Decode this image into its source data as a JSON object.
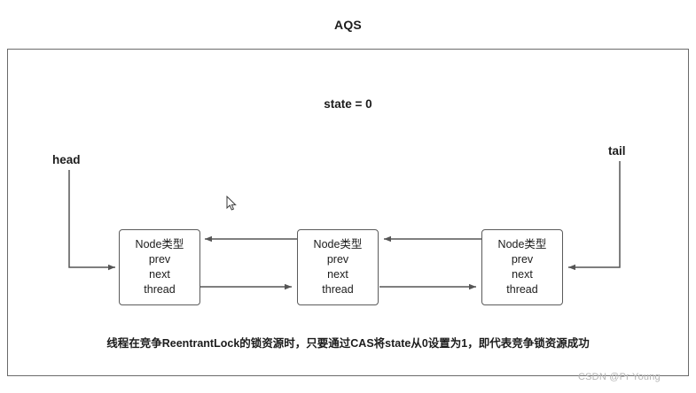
{
  "diagram": {
    "title": "AQS",
    "state_label": "state = 0",
    "head_label": "head",
    "tail_label": "tail",
    "caption": "线程在竞争ReentrantLock的锁资源时，只要通过CAS将state从0设置为1，即代表竞争锁资源成功",
    "watermark": "CSDN @Pr Young",
    "node_line_1": "Node类型",
    "node_line_2": "prev",
    "node_line_3": "next",
    "node_line_4": "thread",
    "nodes": [
      {
        "id": "node-1",
        "lines": [
          "Node类型",
          "prev",
          "next",
          "thread"
        ]
      },
      {
        "id": "node-2",
        "lines": [
          "Node类型",
          "prev",
          "next",
          "thread"
        ]
      },
      {
        "id": "node-3",
        "lines": [
          "Node类型",
          "prev",
          "next",
          "thread"
        ]
      }
    ],
    "colors": {
      "frame_border": "#6b6b6b",
      "node_border": "#5b5b5b",
      "edge": "#555555",
      "text": "#1c1c1c",
      "watermark": "#b5b5b5",
      "background": "#ffffff"
    }
  }
}
